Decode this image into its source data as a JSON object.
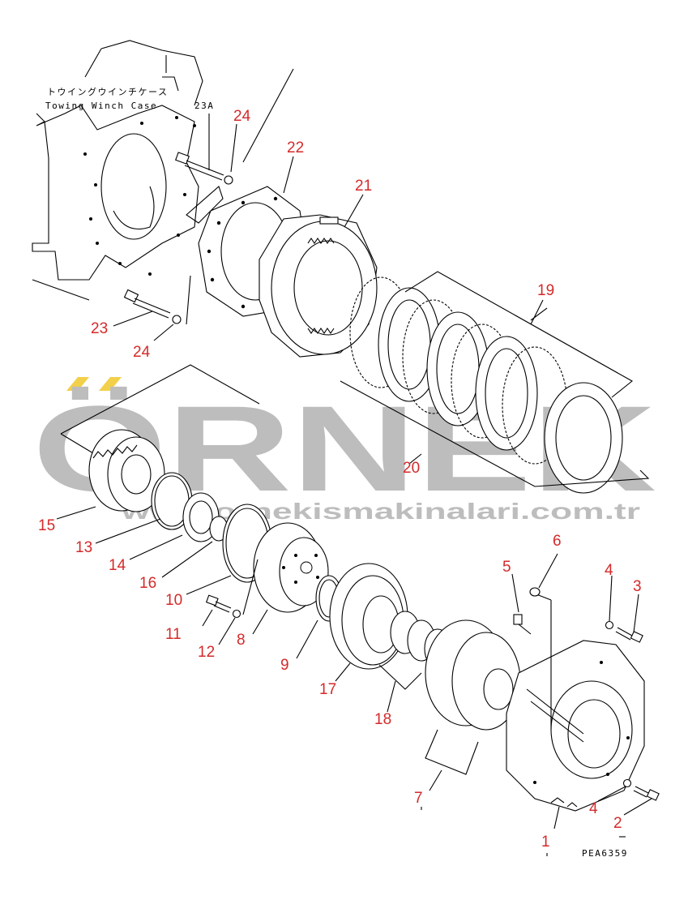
{
  "header": {
    "jp_label": "トウイングウインチケース",
    "en_label": "Towing Winch Case",
    "sub_ref": "23A"
  },
  "watermark": {
    "brand": "ÖRNEK",
    "url": "www.ornekismakinalari.com.tr"
  },
  "drawing_code": "PEA6359",
  "callouts": {
    "c24a": "24",
    "c22": "22",
    "c21": "21",
    "c19": "19",
    "c23": "23",
    "c24b": "24",
    "c20": "20",
    "c15": "15",
    "c13": "13",
    "c14": "14",
    "c16": "16",
    "c10": "10",
    "c11": "11",
    "c12": "12",
    "c8": "8",
    "c9": "9",
    "c17": "17",
    "c18": "18",
    "c6": "6",
    "c5": "5",
    "c4a": "4",
    "c3": "3",
    "c7": "7",
    "c4b": "4",
    "c2": "2",
    "c1": "1"
  },
  "colors": {
    "callout": "#d42a2a",
    "watermark": "#bdbdbd",
    "watermark_accent": "#f2d04a"
  }
}
